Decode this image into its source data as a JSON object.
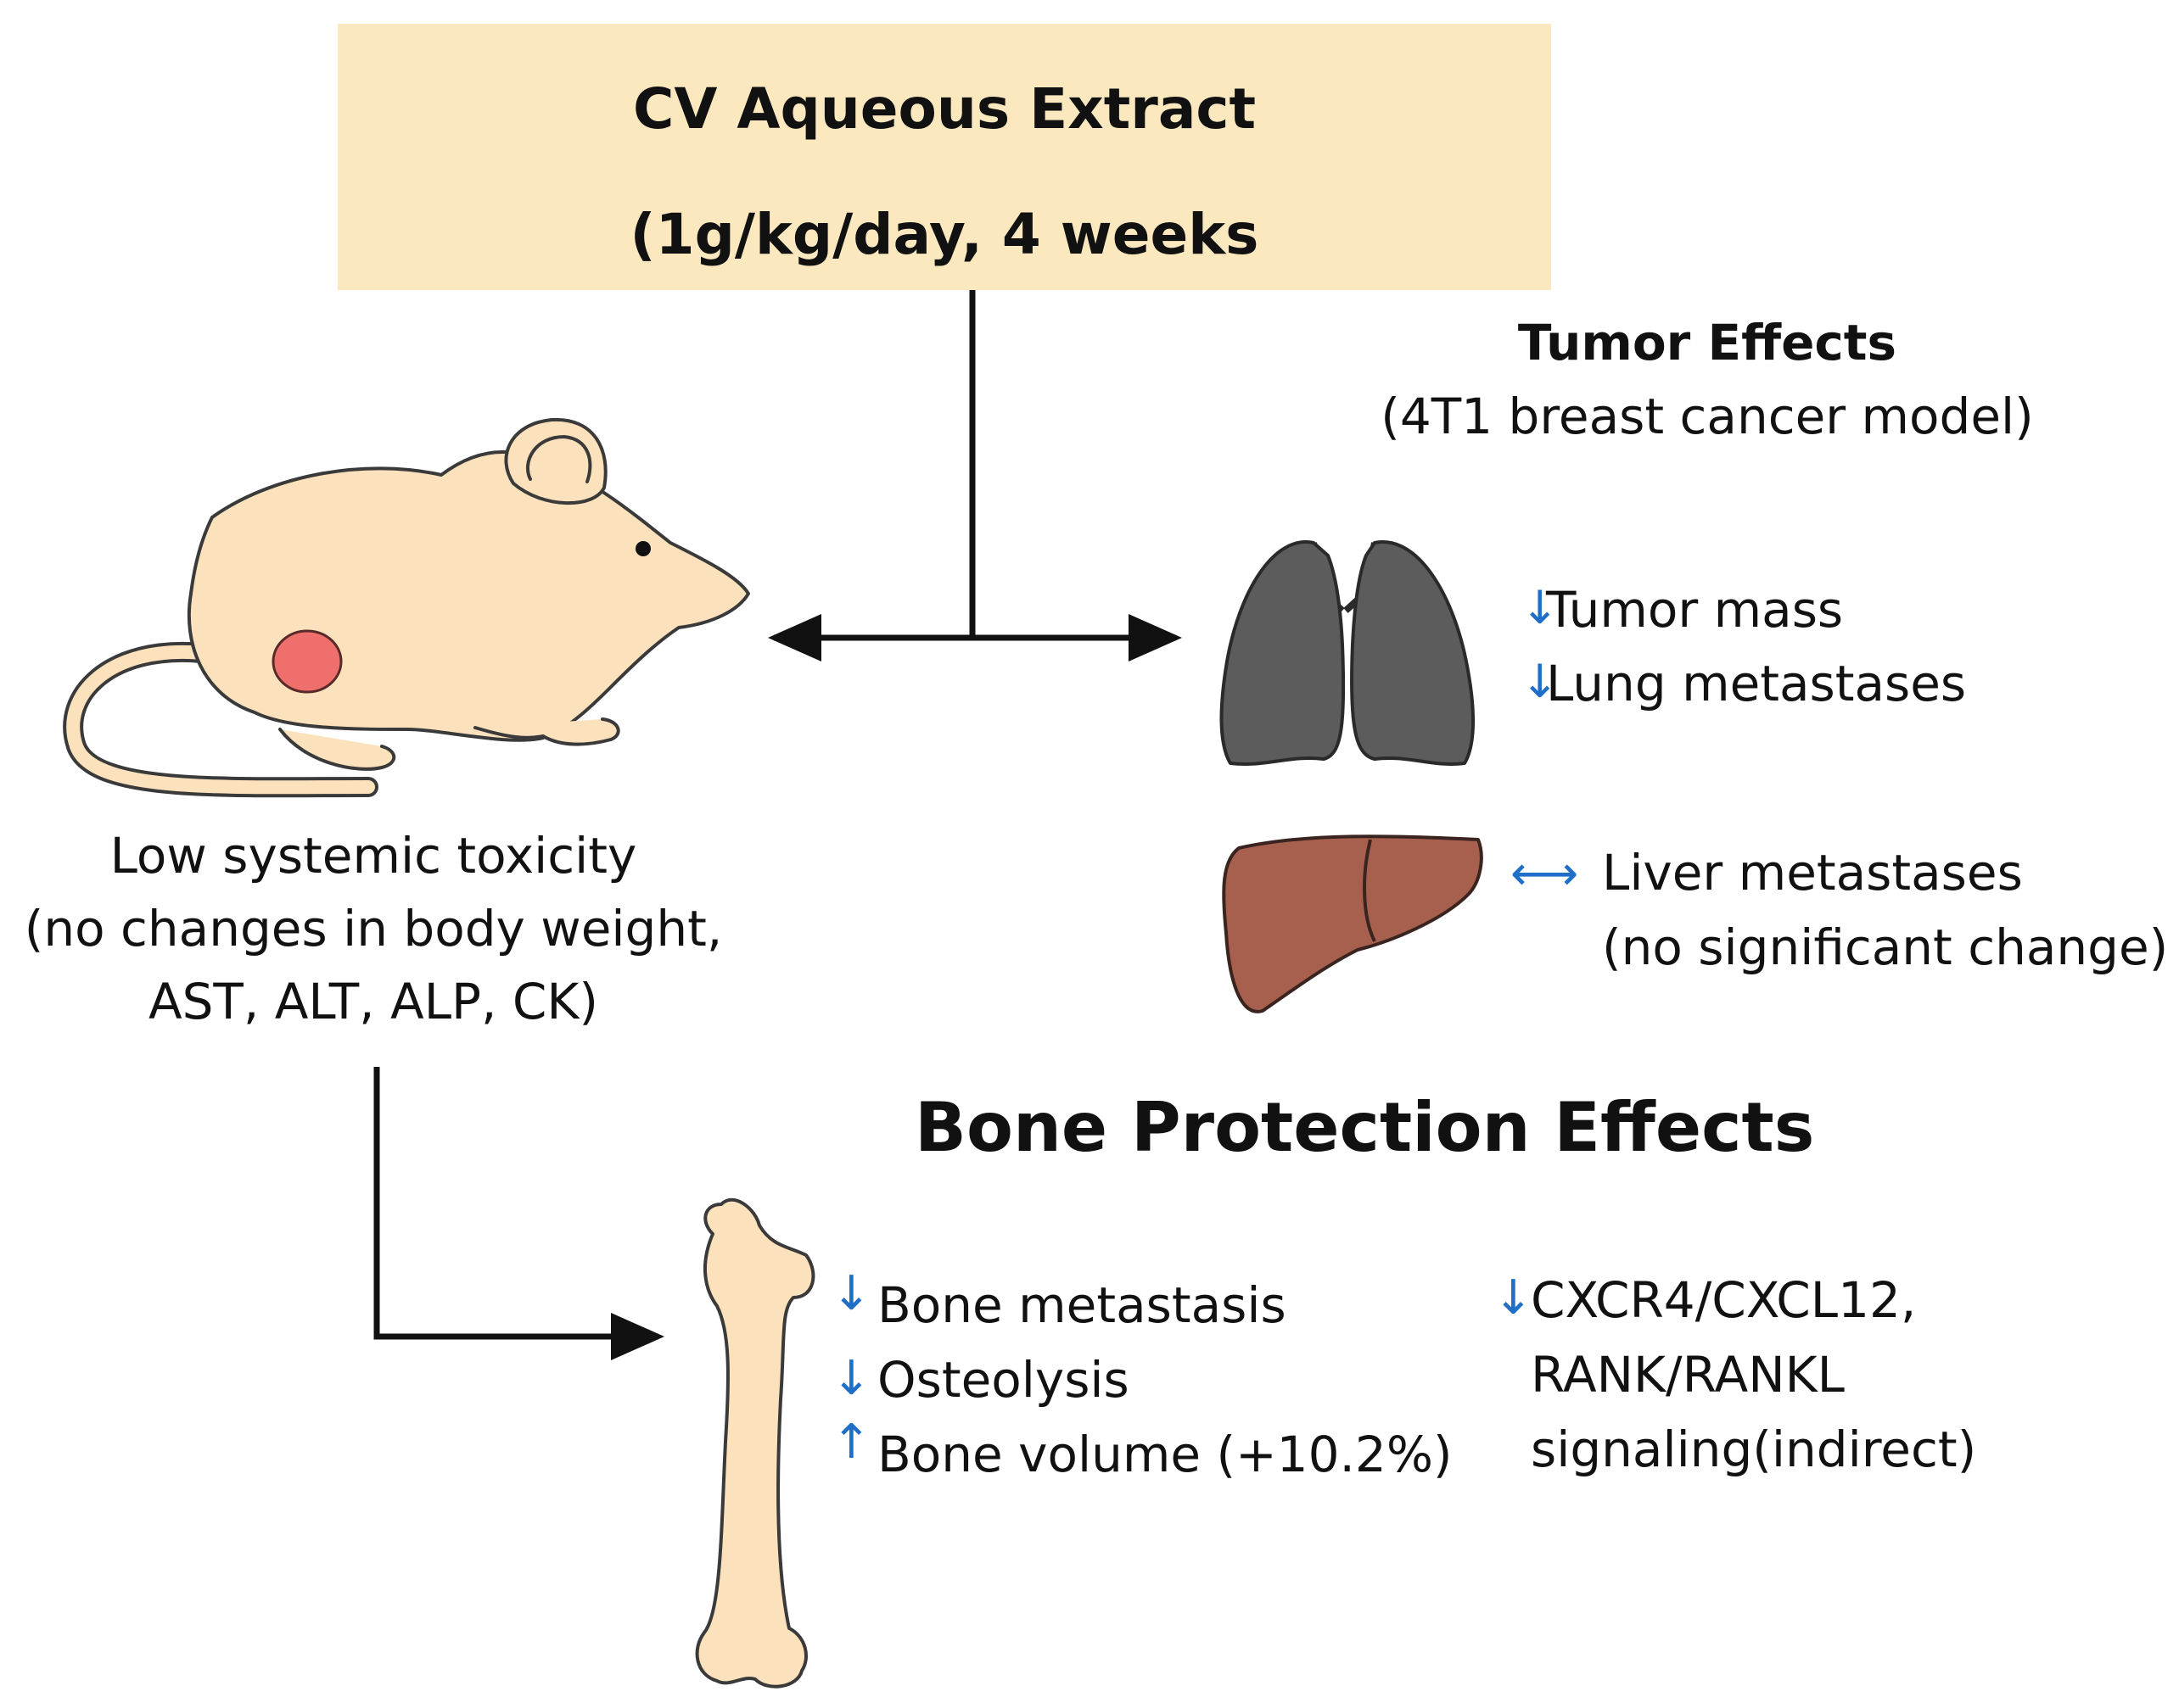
{
  "header": {
    "title": "CV Aqueous Extract",
    "dose": "(1g/kg/day, 4 weeks"
  },
  "tumor_effects": {
    "title": "Tumor Effects",
    "model": "(4T1 breast cancer model)",
    "items": [
      "Tumor mass",
      "Lung metastases"
    ],
    "liver_label": "Liver metastases",
    "liver_note": "(no significant change)"
  },
  "toxicity": {
    "line1": "Low systemic toxicity",
    "line2": "(no changes in body weight,",
    "line3": "AST, ALT, ALP, CK)"
  },
  "bone": {
    "title": "Bone Protection Effects",
    "items": [
      "Bone metastasis",
      "Osteolysis",
      "Bone volume (+10.2%)"
    ],
    "signaling": [
      "CXCR4/CXCL12,",
      "RANK/RANKL",
      "signaling(indirect)"
    ]
  },
  "icons": {
    "mouse": "mouse-icon",
    "lungs": "lungs-icon",
    "liver": "liver-icon",
    "bone": "bone-icon",
    "down": "arrow-down-icon",
    "up": "arrow-up-icon",
    "bidirectional": "arrow-left-right-icon"
  },
  "colors": {
    "header_bg": "#fbe8bf",
    "mouse_body": "#fbe1bc",
    "tumor": "#ef6f6c",
    "lungs": "#5c5c5c",
    "liver": "#a8604e",
    "bone": "#fbe1bc",
    "indicator": "#1f6fc8"
  }
}
